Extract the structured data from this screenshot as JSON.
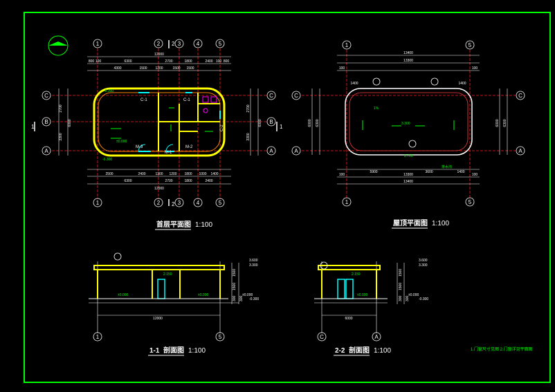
{
  "colors": {
    "border": "#00ff00",
    "wall": "#ffff00",
    "dim": "#ffffff",
    "axis": "#ff2020",
    "label": "#00ff00",
    "door": "#00ffff",
    "accent": "#ff00ff",
    "background": "#000000"
  },
  "plan1": {
    "title": "首层平面图",
    "scale": "1:100",
    "top_axes": [
      "1",
      "2",
      "3",
      "4",
      "5"
    ],
    "bottom_axes": [
      "1",
      "2",
      "3",
      "4",
      "5"
    ],
    "side_axes": [
      "C",
      "B",
      "A"
    ],
    "overall_top": "12000",
    "top_dims_row1": [
      "800",
      "100",
      "6300",
      "2700",
      "1800",
      "2400",
      "100",
      "800"
    ],
    "top_dims_row2": [
      "4300",
      "1500",
      "1200",
      "1500",
      "1500"
    ],
    "bottom_dims_row1": [
      "2500",
      "2400",
      "1300",
      "1200",
      "1800",
      "1000",
      "1400"
    ],
    "bottom_dims_row2": [
      "6300",
      "2700",
      "1800",
      "2400"
    ],
    "overall_bottom": "12000",
    "left_dims": [
      "2700",
      "3300",
      "6000"
    ],
    "right_dims": [
      "2700",
      "3300",
      "6000"
    ],
    "room_labels": [
      "C-1",
      "C-1",
      "M-3",
      "M-1",
      "M-2",
      "C-2"
    ],
    "levels": [
      "±0.000",
      "-0.300",
      "-0.300"
    ],
    "section_marks": [
      "1",
      "1",
      "2",
      "2"
    ]
  },
  "plan2": {
    "title": "屋顶平面图",
    "scale": "1:100",
    "top_axes": [
      "1",
      "5"
    ],
    "bottom_axes": [
      "1",
      "5"
    ],
    "side_axes": [
      "C",
      "A"
    ],
    "top_dims": [
      "13400",
      "13300",
      "100",
      "100",
      "1400",
      "1400"
    ],
    "bottom_dims": [
      "5900",
      "3600",
      "1400",
      "100",
      "13300",
      "100",
      "13400"
    ],
    "side_dims": [
      "6000",
      "6300"
    ],
    "labels": [
      "3.300",
      "2.700",
      "排水沟",
      "1%"
    ]
  },
  "section1": {
    "title": "1-1",
    "title_suffix": "剖面图",
    "scale": "1:100",
    "axes": [
      "1",
      "5"
    ],
    "overall": "12000",
    "elevations": [
      "3.600",
      "3.300",
      "±0.000",
      "-0.300"
    ],
    "heights": [
      "1500",
      "1500",
      "300",
      "300"
    ],
    "labels": [
      "2.150",
      "±0.000",
      "±0.000"
    ]
  },
  "section2": {
    "title": "2-2",
    "title_suffix": "剖面图",
    "scale": "1:100",
    "axes": [
      "C",
      "A"
    ],
    "overall": "6000",
    "elevations": [
      "3.600",
      "3.300",
      "±0.000",
      "-0.300"
    ],
    "heights": [
      "1500",
      "1500",
      "300",
      "300"
    ],
    "labels": [
      "2.150",
      "±0.000"
    ]
  },
  "note": "1.门窗尺寸见图  2.门窗详见平面图"
}
